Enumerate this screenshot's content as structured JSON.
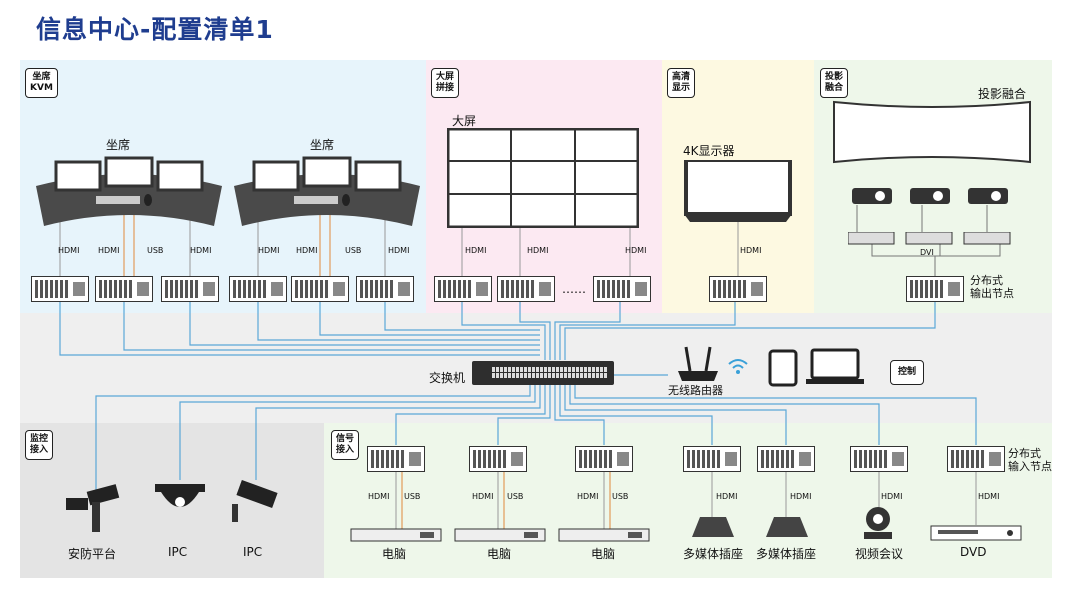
{
  "title": "信息中心-配置清单1",
  "zones": {
    "kvm": {
      "tag": "坐席\nKVM",
      "seat1": "坐席",
      "seat2": "坐席"
    },
    "bigscreen": {
      "tag": "大屏\n拼接",
      "label": "大屏",
      "dots": "……"
    },
    "hd": {
      "tag": "高清\n显示",
      "label": "4K显示器"
    },
    "proj": {
      "tag": "投影\n融合",
      "label": "投影融合",
      "dvi": "DVI",
      "out": "分布式\n输出节点"
    },
    "mon": {
      "tag": "监控\n接入",
      "items": [
        "安防平台",
        "IPC",
        "IPC"
      ]
    },
    "sig": {
      "tag": "信号\n接入",
      "items": [
        "电脑",
        "电脑",
        "电脑",
        "多媒体插座",
        "多媒体插座",
        "视频会议",
        "DVD"
      ],
      "in": "分布式\n输入节点"
    }
  },
  "center": {
    "switch": "交换机",
    "router": "无线路由器",
    "control": "控制"
  },
  "cables": {
    "hdmi": "HDMI",
    "usb": "USB"
  },
  "colors": {
    "title": "#1f3d8f",
    "line": "#5aa7d8",
    "orange": "#e08a3c"
  }
}
